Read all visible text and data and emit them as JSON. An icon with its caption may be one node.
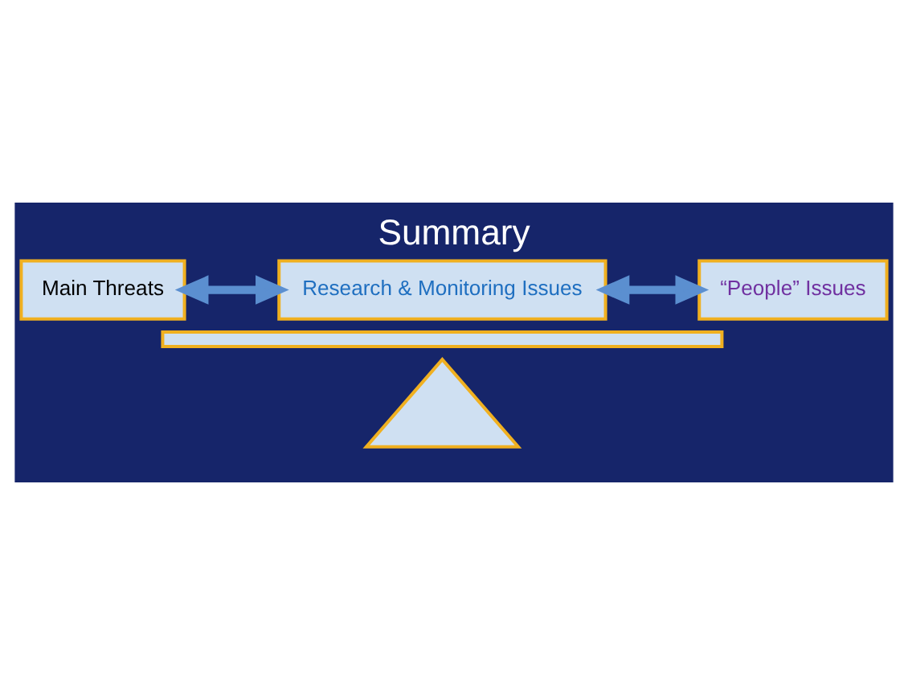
{
  "diagram": {
    "title": "Summary",
    "nodes": [
      {
        "text": [
          "Main Threats"
        ]
      },
      {
        "text": [
          "Research & Monitoring Issues"
        ]
      },
      {
        "text": [
          "“People” Issues"
        ]
      },
      {
        "text": [],
        "shape": "bar"
      },
      {
        "text": [],
        "shape": "triangle"
      }
    ],
    "edges": [
      {
        "from": 0,
        "to": 1,
        "arrow": "both"
      },
      {
        "from": 1,
        "to": 2,
        "arrow": "both"
      }
    ]
  }
}
